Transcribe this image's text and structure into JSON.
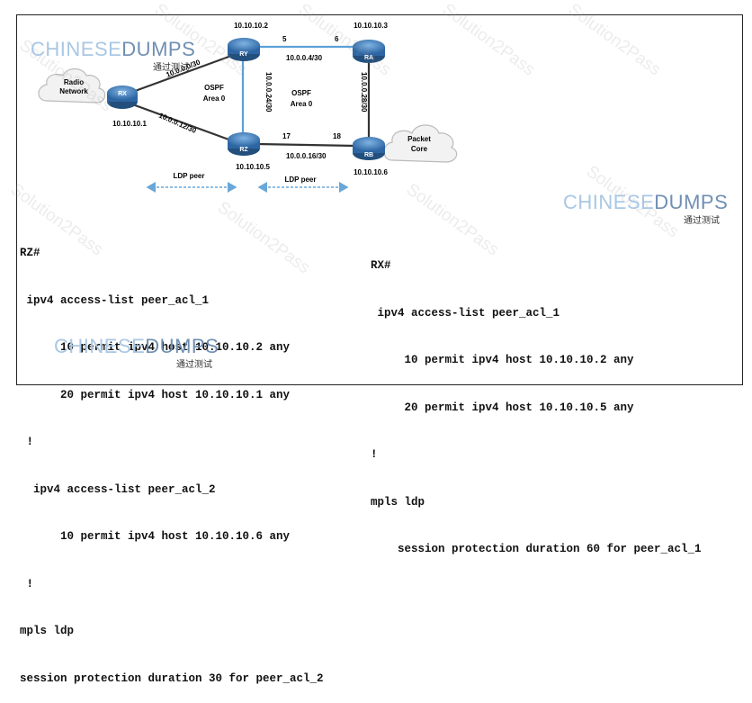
{
  "routers": [
    {
      "id": "RX",
      "ip": "10.10.10.1"
    },
    {
      "id": "RY",
      "ip": "10.10.10.2"
    },
    {
      "id": "RZ",
      "ip": "10.10.10.5"
    },
    {
      "id": "RA",
      "ip": "10.10.10.3"
    },
    {
      "id": "RB",
      "ip": "10.10.10.6"
    }
  ],
  "clouds": {
    "radio": [
      "Radio",
      "Network"
    ],
    "packet": [
      "Packet",
      "Core"
    ]
  },
  "links": {
    "rx_ry": "10.0.0.0/30",
    "rx_rz": "10.0.0.12/30",
    "ry_ra": "10.0.0.4/30",
    "ry_rz": "10.0.0.24/30",
    "ra_rb": "10.0.0.28/30",
    "rz_rb": "10.0.0.16/30"
  },
  "ports": {
    "ry_e": "5",
    "ra_w": "6",
    "rz_e": "17",
    "rb_w": "18"
  },
  "areas": [
    [
      "OSPF",
      "Area 0"
    ],
    [
      "OSPF",
      "Area 0"
    ]
  ],
  "ldp_peers": [
    "LDP peer",
    "LDP peer"
  ],
  "rz_config": {
    "title": "RZ#",
    "lines": [
      " ipv4 access-list peer_acl_1",
      "      10 permit ipv4 host 10.10.10.2 any",
      "      20 permit ipv4 host 10.10.10.1 any",
      " !",
      "  ipv4 access-list peer_acl_2",
      "      10 permit ipv4 host 10.10.10.6 any",
      " !",
      "mpls ldp",
      "session protection duration 30 for peer_acl_2"
    ]
  },
  "rx_config": {
    "title": "RX#",
    "lines": [
      " ipv4 access-list peer_acl_1",
      "     10 permit ipv4 host 10.10.10.2 any",
      "     20 permit ipv4 host 10.10.10.5 any",
      "!",
      "mpls ldp",
      "    session protection duration 60 for peer_acl_1"
    ]
  },
  "watermark": {
    "part1": "CHINESE",
    "part2": "DUMPS",
    "sub": "通过测试",
    "diag": "Solution2Pass"
  },
  "colors": {
    "router": "#3f7fbf",
    "router_dark": "#2a5f95",
    "link_blue": "#5aa0d8",
    "ldp": "#6aa6d6"
  }
}
